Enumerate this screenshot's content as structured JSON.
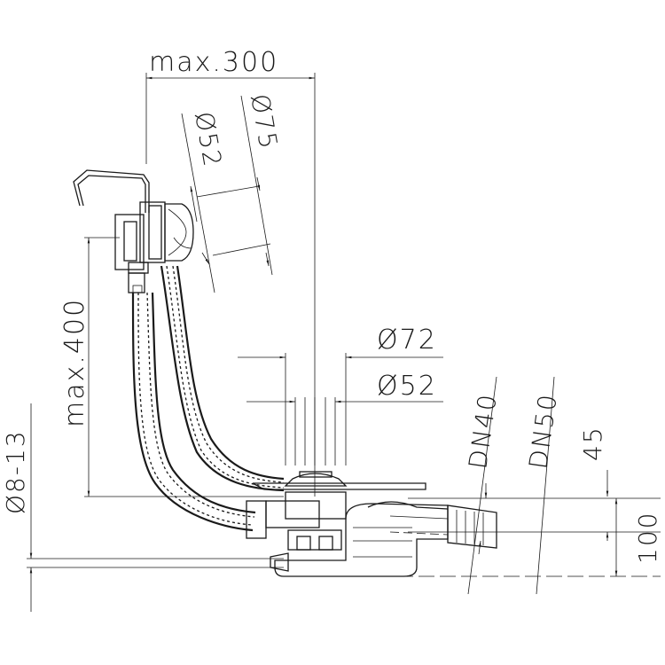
{
  "dimensions": {
    "max_width": "max.300",
    "diameter_75": "Ø75",
    "diameter_52_top": "Ø52",
    "max_height": "max.400",
    "diameter_72": "Ø72",
    "diameter_52_mid": "Ø52",
    "dn40": "DN40",
    "dn50": "DN50",
    "dim_45": "45",
    "dim_100": "100",
    "dim_8_13": "Ø8-13"
  },
  "colors": {
    "line": "#1a1a1a",
    "fill_light": "#e6e6e6",
    "fill_mid": "#bdbdbd"
  }
}
